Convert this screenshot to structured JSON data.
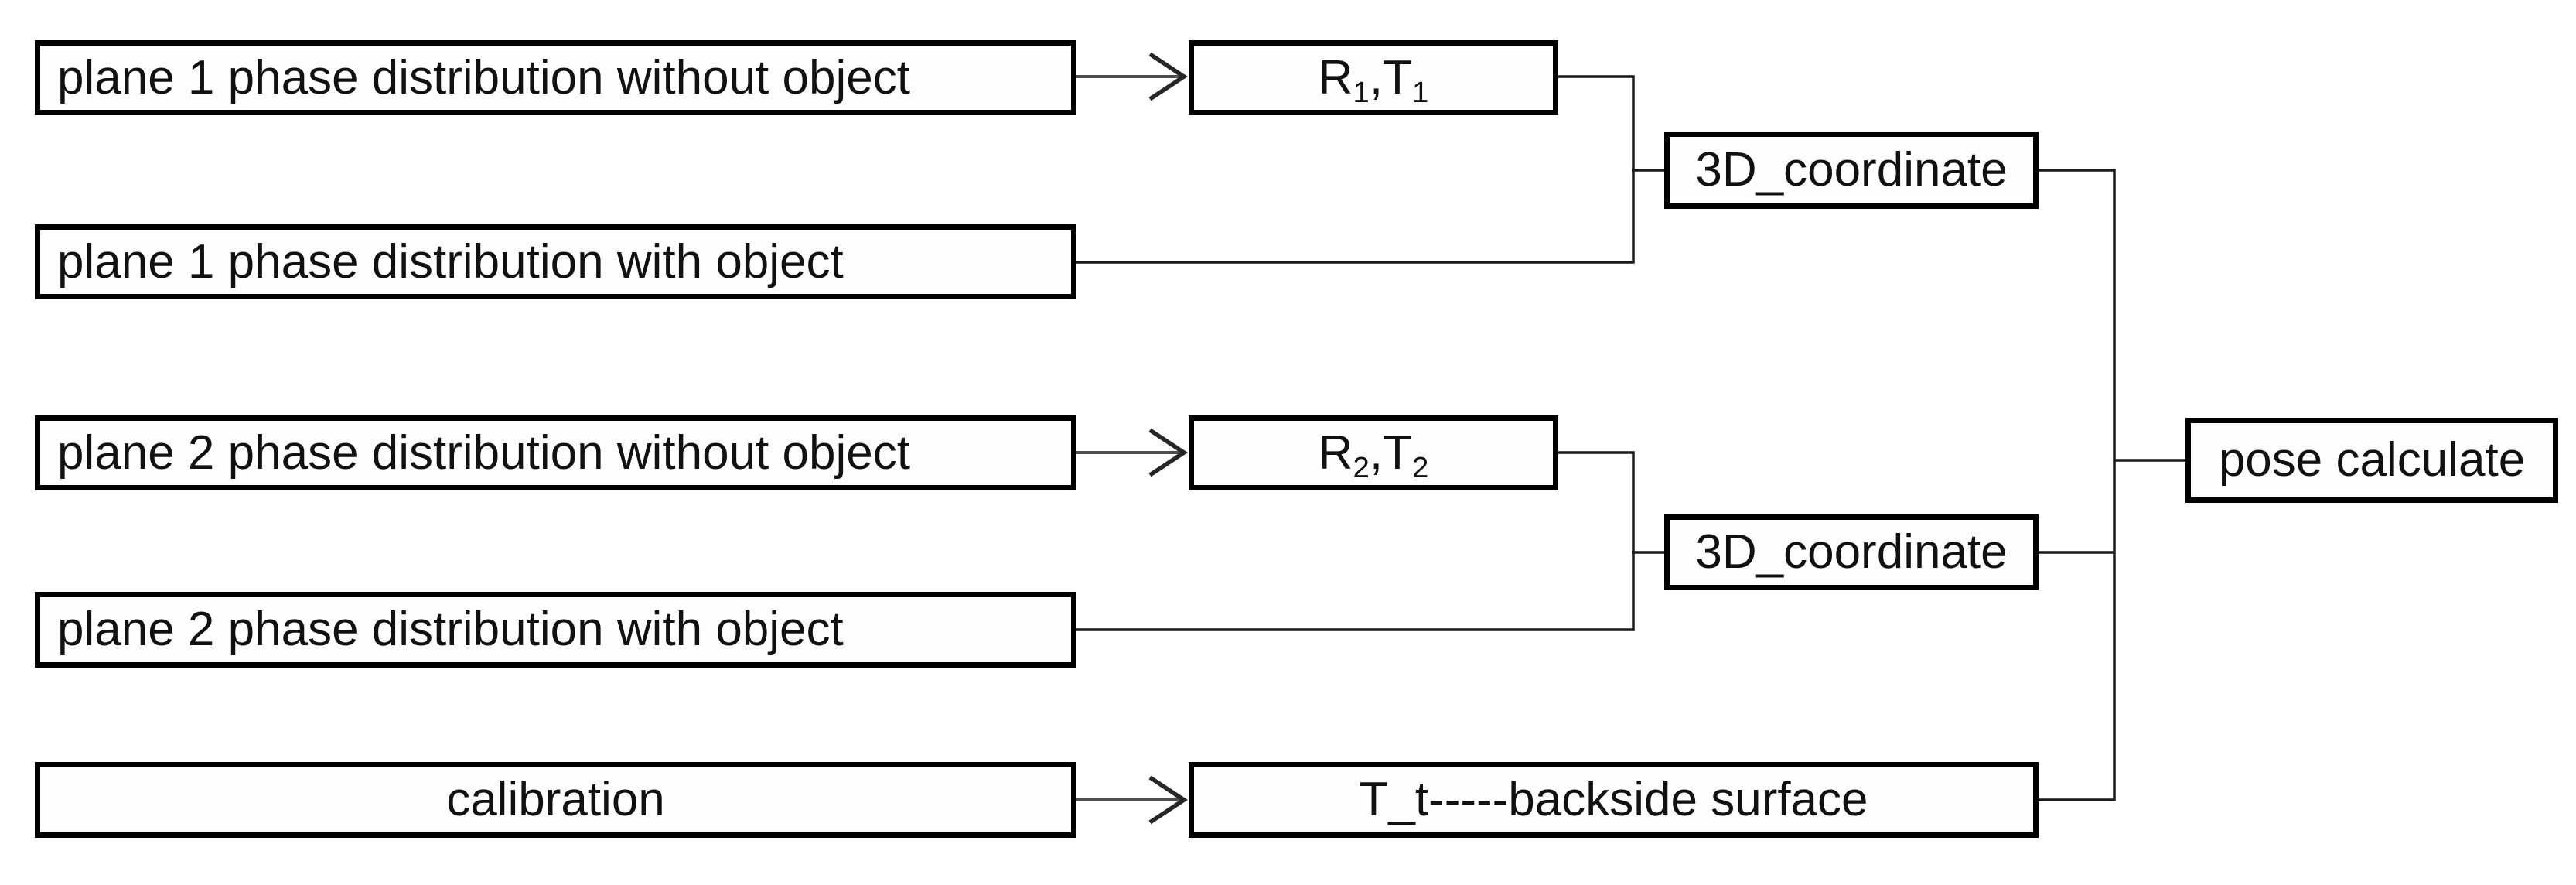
{
  "diagram": {
    "type": "flowchart",
    "background_color": "#ffffff",
    "box_border_color": "#000000",
    "box_fill_color": "#fefefe",
    "connector_color": "#1a1a1a",
    "arrow_shaft_color": "#4d4d4d",
    "arrow_head_color": "#262626",
    "text_color": "#111111",
    "nodes": {
      "plane1_without": {
        "label": "plane 1 phase distribution without object"
      },
      "r1t1": {
        "parts": [
          "R",
          "1",
          ",T",
          "1"
        ]
      },
      "coord3d_1": {
        "label": "3D_coordinate"
      },
      "plane1_with": {
        "label": "plane 1 phase distribution with object"
      },
      "plane2_without": {
        "label": "plane 2 phase distribution without object"
      },
      "r2t2": {
        "parts": [
          "R",
          "2",
          ",T",
          "2"
        ]
      },
      "coord3d_2": {
        "label": "3D_coordinate"
      },
      "plane2_with": {
        "label": "plane 2 phase distribution with object"
      },
      "calibration": {
        "label": "calibration"
      },
      "tt_backside": {
        "label": "T_t-----backside surface"
      },
      "pose": {
        "label": "pose calculate"
      }
    },
    "edges": [
      {
        "from": "plane1_without",
        "to": "r1t1",
        "style": "arrow"
      },
      {
        "from": "r1t1",
        "to": "coord3d_1",
        "style": "elbow"
      },
      {
        "from": "plane1_with",
        "to": "coord3d_1",
        "style": "elbow"
      },
      {
        "from": "plane2_without",
        "to": "r2t2",
        "style": "arrow"
      },
      {
        "from": "r2t2",
        "to": "coord3d_2",
        "style": "elbow"
      },
      {
        "from": "plane2_with",
        "to": "coord3d_2",
        "style": "elbow"
      },
      {
        "from": "calibration",
        "to": "tt_backside",
        "style": "arrow"
      },
      {
        "from": "coord3d_1",
        "to": "pose",
        "style": "elbow"
      },
      {
        "from": "coord3d_2",
        "to": "pose",
        "style": "elbow"
      },
      {
        "from": "tt_backside",
        "to": "pose",
        "style": "elbow"
      }
    ]
  }
}
